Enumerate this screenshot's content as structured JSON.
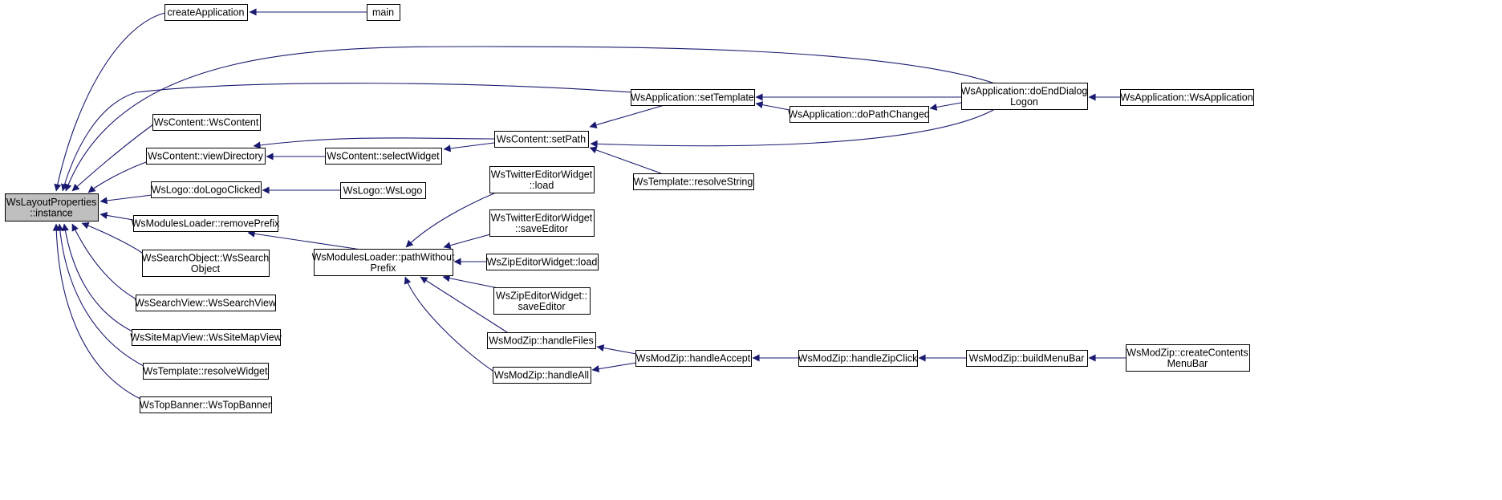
{
  "colors": {
    "edge": "#191970",
    "node_fill": "#ffffff",
    "focus_fill": "#bfbfbf",
    "border": "#000000"
  },
  "nodes": [
    {
      "id": "instance",
      "lines": [
        "WsLayoutProperties",
        "::instance"
      ],
      "focus": true
    },
    {
      "id": "createApplication",
      "lines": [
        "createApplication"
      ]
    },
    {
      "id": "main",
      "lines": [
        "main"
      ]
    },
    {
      "id": "WsContent_WsContent",
      "lines": [
        "WsContent::WsContent"
      ]
    },
    {
      "id": "viewDirectory",
      "lines": [
        "WsContent::viewDirectory"
      ]
    },
    {
      "id": "doLogoClicked",
      "lines": [
        "WsLogo::doLogoClicked"
      ]
    },
    {
      "id": "removePrefix",
      "lines": [
        "WsModulesLoader::removePrefix"
      ]
    },
    {
      "id": "WsSearchObject",
      "lines": [
        "WsSearchObject::WsSearch",
        "Object"
      ]
    },
    {
      "id": "WsSearchView",
      "lines": [
        "WsSearchView::WsSearchView"
      ]
    },
    {
      "id": "WsSiteMapView",
      "lines": [
        "WsSiteMapView::WsSiteMapView"
      ]
    },
    {
      "id": "resolveWidget",
      "lines": [
        "WsTemplate::resolveWidget"
      ]
    },
    {
      "id": "WsTopBanner",
      "lines": [
        "WsTopBanner::WsTopBanner"
      ]
    },
    {
      "id": "selectWidget",
      "lines": [
        "WsContent::selectWidget"
      ]
    },
    {
      "id": "WsLogo",
      "lines": [
        "WsLogo::WsLogo"
      ]
    },
    {
      "id": "pathWithoutPrefix",
      "lines": [
        "WsModulesLoader::pathWithout",
        "Prefix"
      ]
    },
    {
      "id": "setPath",
      "lines": [
        "WsContent::setPath"
      ]
    },
    {
      "id": "setTemplate",
      "lines": [
        "WsApplication::setTemplate"
      ]
    },
    {
      "id": "doPathChanged",
      "lines": [
        "WsApplication::doPathChanged"
      ]
    },
    {
      "id": "resolveString",
      "lines": [
        "WsTemplate::resolveString"
      ]
    },
    {
      "id": "twitterLoad",
      "lines": [
        "WsTwitterEditorWidget",
        "::load"
      ]
    },
    {
      "id": "twitterSave",
      "lines": [
        "WsTwitterEditorWidget",
        "::saveEditor"
      ]
    },
    {
      "id": "zipLoad",
      "lines": [
        "WsZipEditorWidget::load"
      ]
    },
    {
      "id": "zipSave",
      "lines": [
        "WsZipEditorWidget::",
        "saveEditor"
      ]
    },
    {
      "id": "handleFiles",
      "lines": [
        "WsModZip::handleFiles"
      ]
    },
    {
      "id": "handleAll",
      "lines": [
        "WsModZip::handleAll"
      ]
    },
    {
      "id": "handleAccept",
      "lines": [
        "WsModZip::handleAccept"
      ]
    },
    {
      "id": "handleZipClick",
      "lines": [
        "WsModZip::handleZipClick"
      ]
    },
    {
      "id": "buildMenuBar",
      "lines": [
        "WsModZip::buildMenuBar"
      ]
    },
    {
      "id": "createContentsMenuBar",
      "lines": [
        "WsModZip::createContents",
        "MenuBar"
      ]
    },
    {
      "id": "doEndDialogLogon",
      "lines": [
        "WsApplication::doEndDialog",
        "Logon"
      ]
    },
    {
      "id": "WsApplication",
      "lines": [
        "WsApplication::WsApplication"
      ]
    }
  ],
  "edges": [
    {
      "from": "createApplication",
      "to": "instance"
    },
    {
      "from": "doEndDialogLogon",
      "to": "instance"
    },
    {
      "from": "setTemplate",
      "to": "instance"
    },
    {
      "from": "WsContent_WsContent",
      "to": "instance"
    },
    {
      "from": "viewDirectory",
      "to": "instance"
    },
    {
      "from": "doLogoClicked",
      "to": "instance"
    },
    {
      "from": "removePrefix",
      "to": "instance"
    },
    {
      "from": "WsSearchObject",
      "to": "instance"
    },
    {
      "from": "WsSearchView",
      "to": "instance"
    },
    {
      "from": "WsSiteMapView",
      "to": "instance"
    },
    {
      "from": "resolveWidget",
      "to": "instance"
    },
    {
      "from": "WsTopBanner",
      "to": "instance"
    },
    {
      "from": "main",
      "to": "createApplication"
    },
    {
      "from": "setPath",
      "to": "viewDirectory"
    },
    {
      "from": "selectWidget",
      "to": "viewDirectory"
    },
    {
      "from": "setPath",
      "to": "selectWidget"
    },
    {
      "from": "WsLogo",
      "to": "doLogoClicked"
    },
    {
      "from": "pathWithoutPrefix",
      "to": "removePrefix"
    },
    {
      "from": "setTemplate",
      "to": "setPath"
    },
    {
      "from": "doEndDialogLogon",
      "to": "setPath"
    },
    {
      "from": "resolveString",
      "to": "setPath"
    },
    {
      "from": "doEndDialogLogon",
      "to": "setTemplate"
    },
    {
      "from": "doPathChanged",
      "to": "setTemplate"
    },
    {
      "from": "doEndDialogLogon",
      "to": "doPathChanged"
    },
    {
      "from": "WsApplication",
      "to": "doEndDialogLogon"
    },
    {
      "from": "twitterLoad",
      "to": "pathWithoutPrefix"
    },
    {
      "from": "twitterSave",
      "to": "pathWithoutPrefix"
    },
    {
      "from": "zipLoad",
      "to": "pathWithoutPrefix"
    },
    {
      "from": "zipSave",
      "to": "pathWithoutPrefix"
    },
    {
      "from": "handleFiles",
      "to": "pathWithoutPrefix"
    },
    {
      "from": "handleAll",
      "to": "pathWithoutPrefix"
    },
    {
      "from": "handleAccept",
      "to": "handleFiles"
    },
    {
      "from": "handleAccept",
      "to": "handleAll"
    },
    {
      "from": "handleZipClick",
      "to": "handleAccept"
    },
    {
      "from": "buildMenuBar",
      "to": "handleZipClick"
    },
    {
      "from": "createContentsMenuBar",
      "to": "buildMenuBar"
    }
  ]
}
